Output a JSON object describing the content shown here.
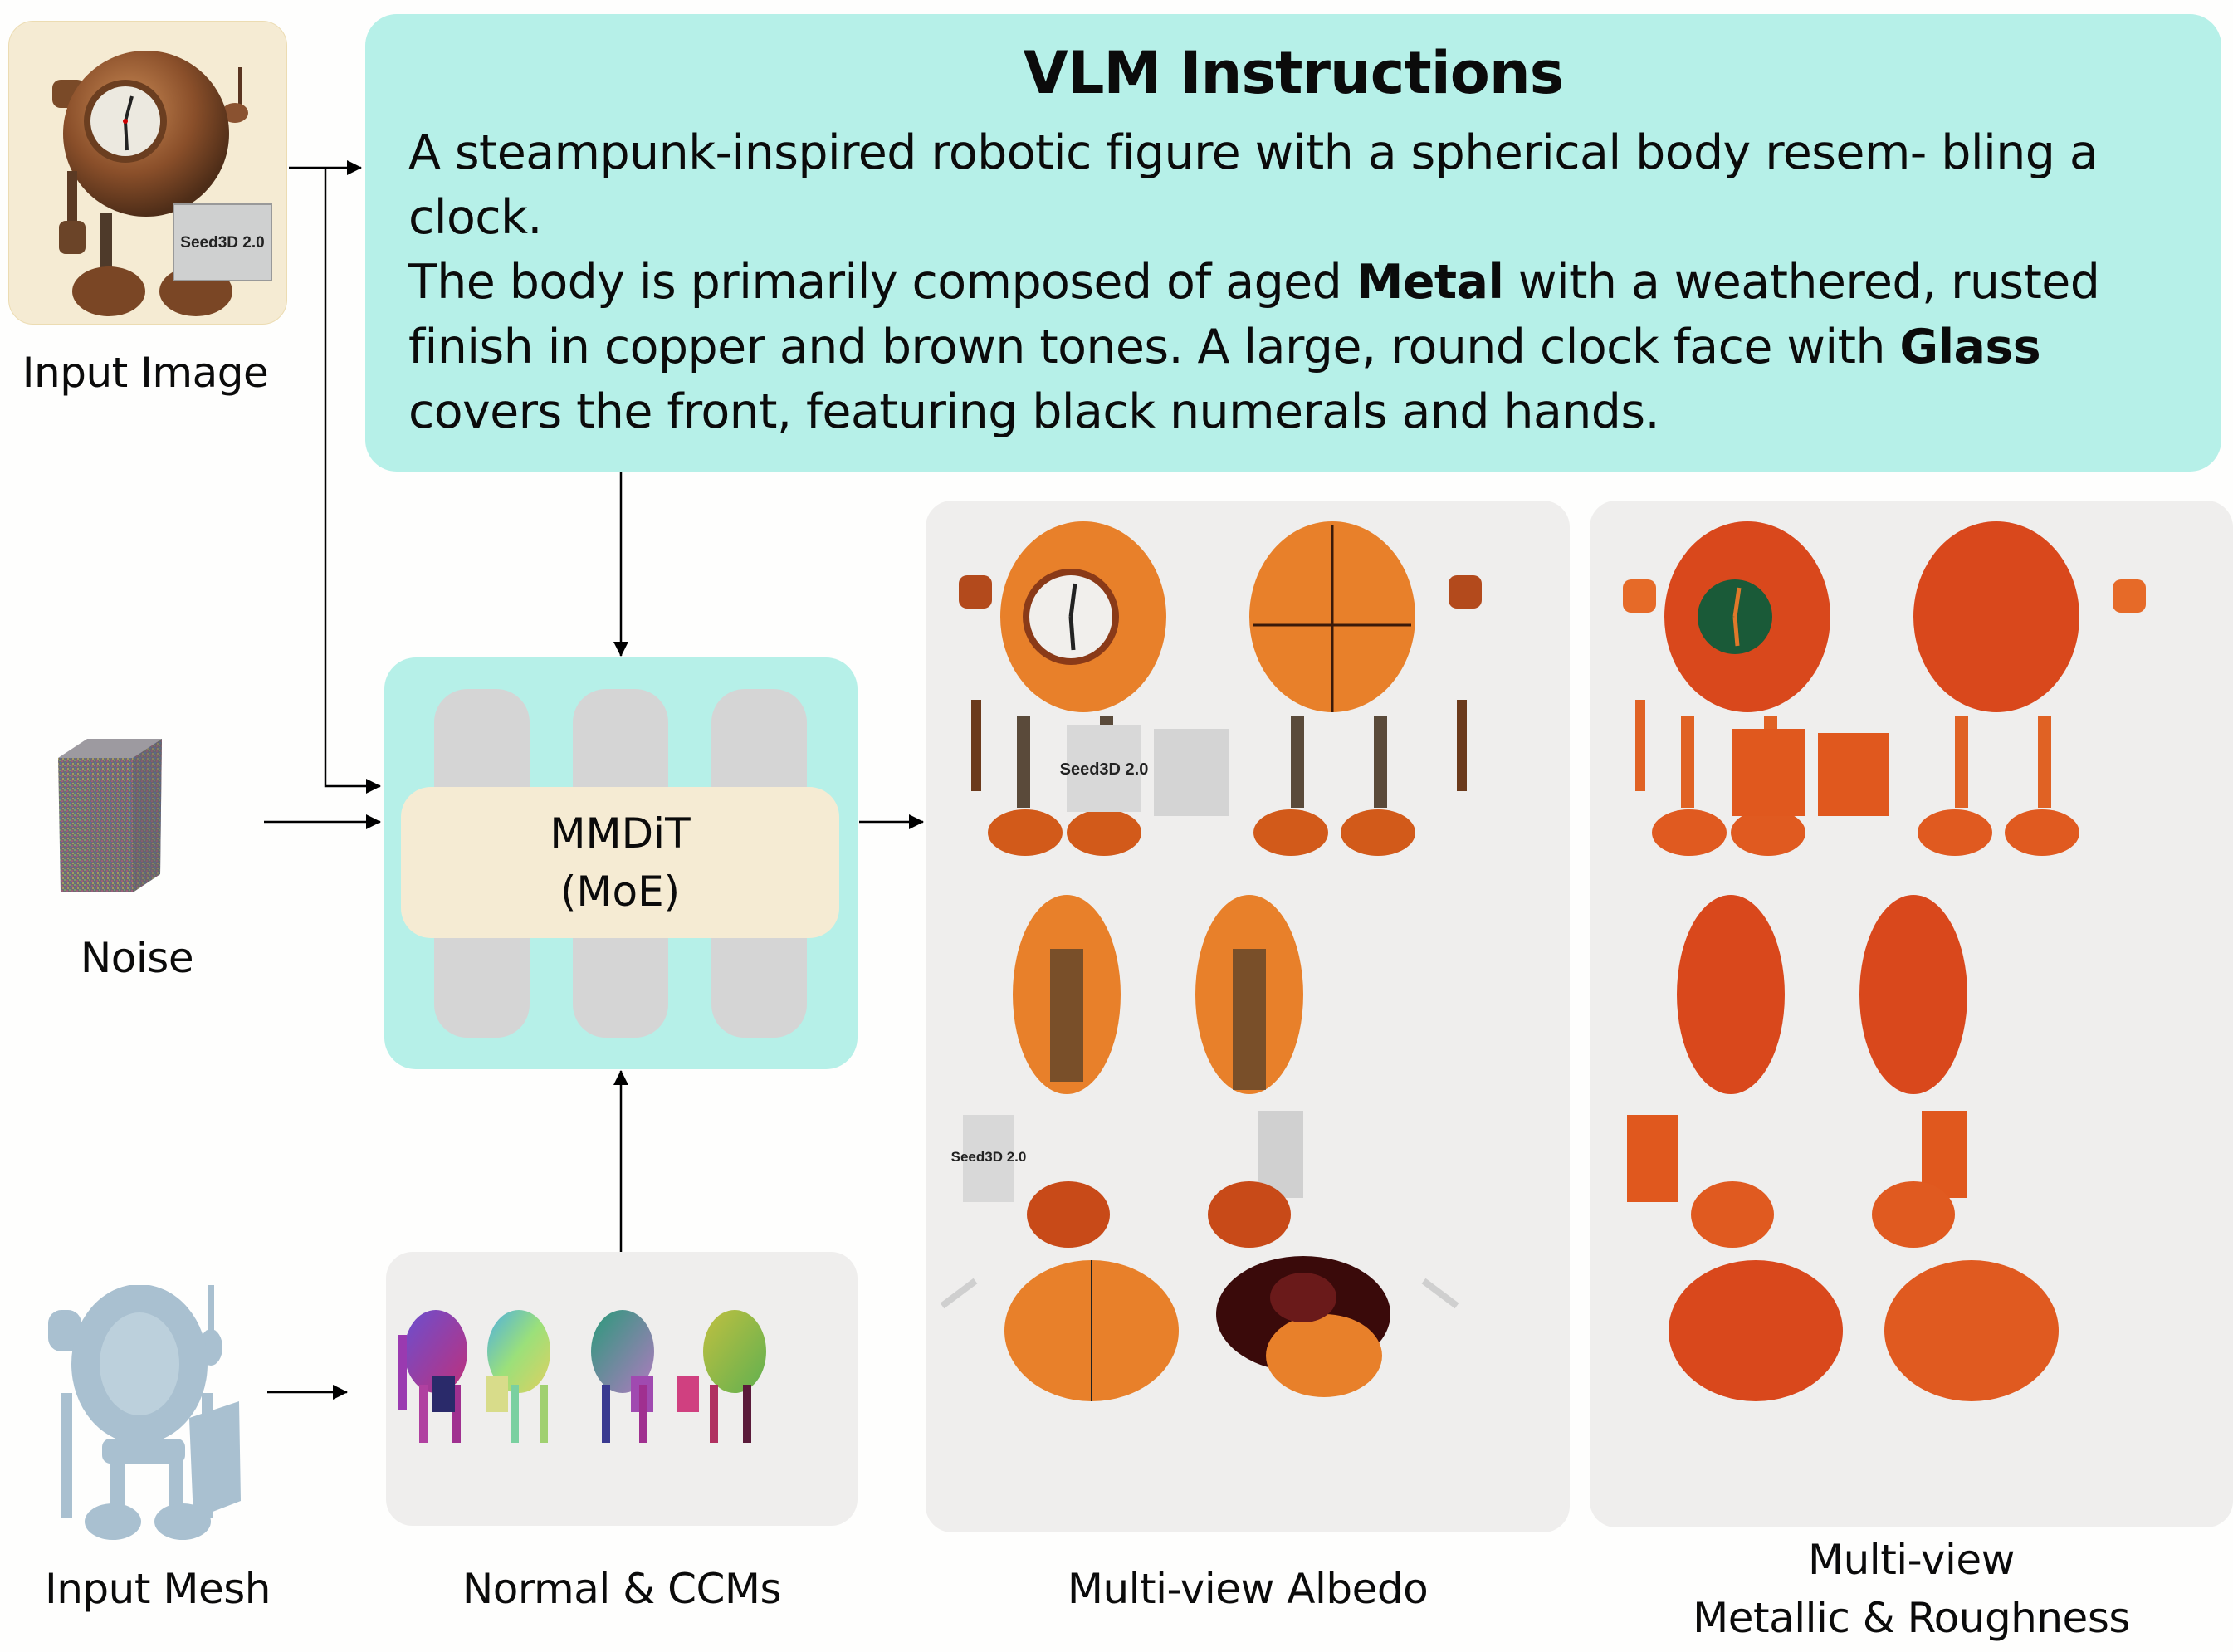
{
  "vlm": {
    "title": "VLM Instructions",
    "paragraph1": "A steampunk-inspired robotic figure with a spherical body resem- bling a clock.",
    "paragraph2_pre": "The body is primarily composed of aged ",
    "paragraph2_bold1": "Metal",
    "paragraph2_mid": " with a weathered, rusted finish in copper and brown tones. A large, round clock face with ",
    "paragraph2_bold2": "Glass",
    "paragraph2_post": " covers the front, featuring black numerals and hands."
  },
  "inputs": {
    "input_image_label": "Input Image",
    "noise_label": "Noise",
    "input_mesh_label": "Input Mesh",
    "sign_text": "Seed3D 2.0"
  },
  "model": {
    "line1": "MMDiT",
    "line2": "(MoE)"
  },
  "outputs": {
    "normal_label": "Normal & CCMs",
    "albedo_label": "Multi-view Albedo",
    "mr_label_line1": "Multi-view",
    "mr_label_line2": "Metallic & Roughness"
  },
  "colors": {
    "vlm_bg": "#b6f0e8",
    "mmdit_bg": "#b6f0e8",
    "moe_bg": "#f5ebd3",
    "panel_bg": "#efeeed",
    "albedo_orange": "#e8802a",
    "mr_orange": "#d9481c"
  }
}
